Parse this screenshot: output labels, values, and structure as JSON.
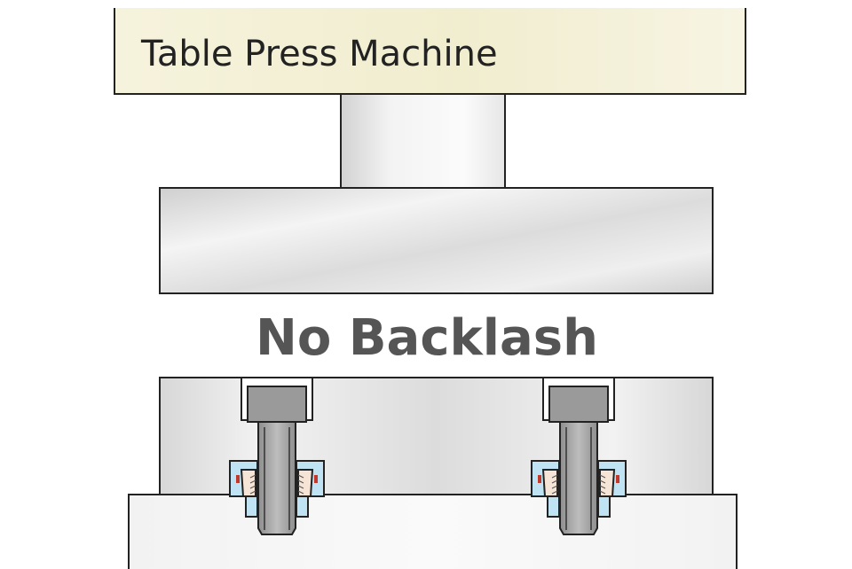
{
  "title": "Table Press Machine",
  "caption": "No Backlash",
  "colors": {
    "title_plate_fill": "#F3EFD2",
    "metal_light": "#F5F5F5",
    "metal_mid": "#D9D9D9",
    "bolt_head": "#9A9A9A",
    "bolt_shank": "#A8A8A8",
    "collar_blue": "#BFE3F2",
    "seal_red": "#C0392B",
    "seal_orange": "#E8B28A",
    "caption_color": "#555555",
    "outline": "#222222"
  },
  "components": [
    {
      "name": "press-head",
      "label": ""
    },
    {
      "name": "ram",
      "label": ""
    },
    {
      "name": "upper-platen",
      "label": ""
    },
    {
      "name": "table-plate",
      "label": ""
    },
    {
      "name": "base",
      "label": ""
    },
    {
      "name": "bolt-assembly-left",
      "label": ""
    },
    {
      "name": "bolt-assembly-right",
      "label": ""
    }
  ]
}
